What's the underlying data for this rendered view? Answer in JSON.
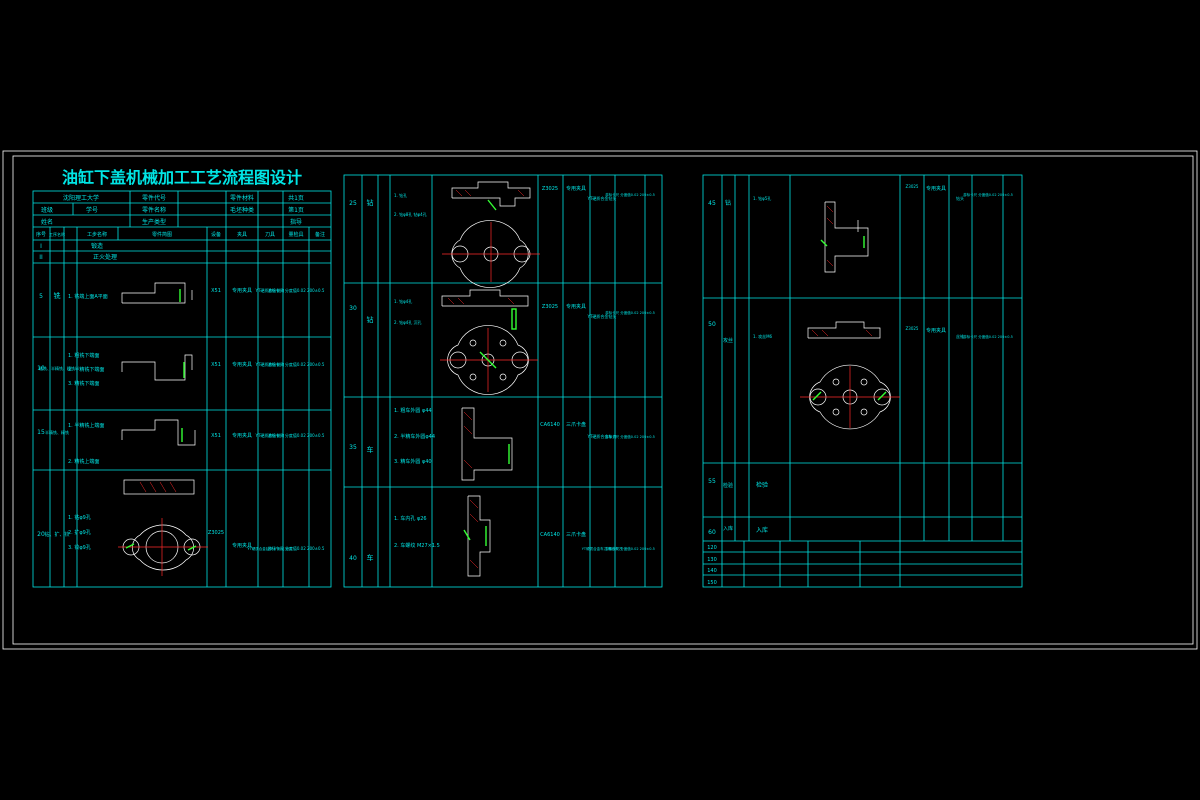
{
  "title": "油缸下盖机械加工工艺流程图设计",
  "header": {
    "row1": [
      "沈阳理工大学",
      "零件代号",
      "零件材料",
      "共1页"
    ],
    "row2": [
      "班级",
      "学号",
      "零件名称",
      "毛坯种类",
      "第1页"
    ],
    "row3": [
      "姓名",
      "生产类型",
      "指导"
    ],
    "cols": [
      "序号",
      "工序名称",
      "工步名称",
      "零件简图",
      "设备",
      "夹具",
      "刀具",
      "量检具",
      "备注"
    ]
  },
  "panel1": {
    "rows": [
      {
        "no": "I",
        "name": "锻造",
        "steps": []
      },
      {
        "no": "II",
        "name": "正火处理",
        "steps": []
      },
      {
        "no": "5",
        "name": "铣",
        "steps": [
          "1. 铣端上面A平面"
        ],
        "equip": "X51",
        "fixture": "专用夹具",
        "tool": "YT硬质合金铣刀",
        "gauge": "游标卡尺 分度值0.02 200±0.5"
      },
      {
        "no": "10",
        "name": "粗铣、半精铣、精铣",
        "steps": [
          "1. 粗铣下端面",
          "2. 半精铣下端面",
          "3. 精铣下端面"
        ],
        "equip": "X51",
        "fixture": "专用夹具",
        "tool": "YT硬质合金铣刀",
        "gauge": "游标卡尺 分度值0.02 200±0.5"
      },
      {
        "no": "15",
        "name": "半精铣、精铣",
        "steps": [
          "1. 半精铣上端面",
          "2. 精铣上端面"
        ],
        "equip": "X51",
        "fixture": "专用夹具",
        "tool": "YT硬质合金铣刀",
        "gauge": "游标卡尺 分度值0.02 200±0.5"
      },
      {
        "no": "20",
        "name": "钻、扩、铰",
        "steps": [
          "1. 钻φ9孔",
          "2. 扩φ9孔",
          "3. 铰φ9孔"
        ],
        "equip": "Z3025",
        "fixture": "专用夹具",
        "tool": "YT硬质合金钻头 扩孔钻 铰刀",
        "gauge": "游标卡尺 分度值0.02 200±0.5"
      }
    ]
  },
  "panel2": {
    "rows": [
      {
        "no": "25",
        "name": "钻",
        "steps": [
          "1. 钻孔",
          "2. 钻φ8孔 钻φ4孔"
        ],
        "equip": "Z3025",
        "fixture": "专用夹具",
        "tool": "YT硬质合金钻头",
        "gauge": "游标卡尺 分度值0.02 200±0.5"
      },
      {
        "no": "30",
        "name": "钻",
        "steps": [
          "1. 钻φ4孔",
          "2. 钻φ4孔 沉孔"
        ],
        "equip": "Z3025",
        "fixture": "专用夹具",
        "tool": "YT硬质合金钻头",
        "gauge": "游标卡尺 分度值0.02 200±0.5"
      },
      {
        "no": "35",
        "name": "车",
        "steps": [
          "1. 粗车外圆 φ44",
          "2. 半精车外圆φ44",
          "3. 精车外圆 φ40"
        ],
        "equip": "CA6140",
        "fixture": "三爪卡盘",
        "tool": "YT硬质合金车刀",
        "gauge": "游标卡尺 分度值0.02 200±0.5"
      },
      {
        "no": "40",
        "name": "车",
        "steps": [
          "1. 车内孔 φ26",
          "2. 车螺纹 M27×1.5"
        ],
        "equip": "CA6140",
        "fixture": "三爪卡盘",
        "tool": "YT硬质合金车刀 螺纹车刀",
        "gauge": "游标卡尺 分度值0.02 200±0.5"
      }
    ]
  },
  "panel3": {
    "rows": [
      {
        "no": "45",
        "name": "钻",
        "steps": [
          "1. 钻φ5孔"
        ],
        "equip": "Z3025",
        "fixture": "专用夹具",
        "tool": "钻头",
        "gauge": "游标卡尺 分度值0.02 200±0.5"
      },
      {
        "no": "50",
        "name": "攻丝",
        "steps": [
          "1. 攻丝M6"
        ],
        "equip": "Z3025",
        "fixture": "专用夹具",
        "tool": "丝锥",
        "gauge": "游标卡尺 分度值0.02 200±0.5"
      },
      {
        "no": "55",
        "name": "检验",
        "steps": [
          "检验"
        ]
      },
      {
        "no": "60",
        "name": "入库",
        "steps": [
          "入库"
        ]
      }
    ],
    "footer_rows": [
      "120",
      "130",
      "140",
      "150"
    ]
  },
  "colors": {
    "line": "#00e5e5",
    "frame": "#ffffff",
    "part": "#ffffff",
    "center": "#ff2a2a",
    "mark": "#33ff33",
    "background": "#000000"
  }
}
